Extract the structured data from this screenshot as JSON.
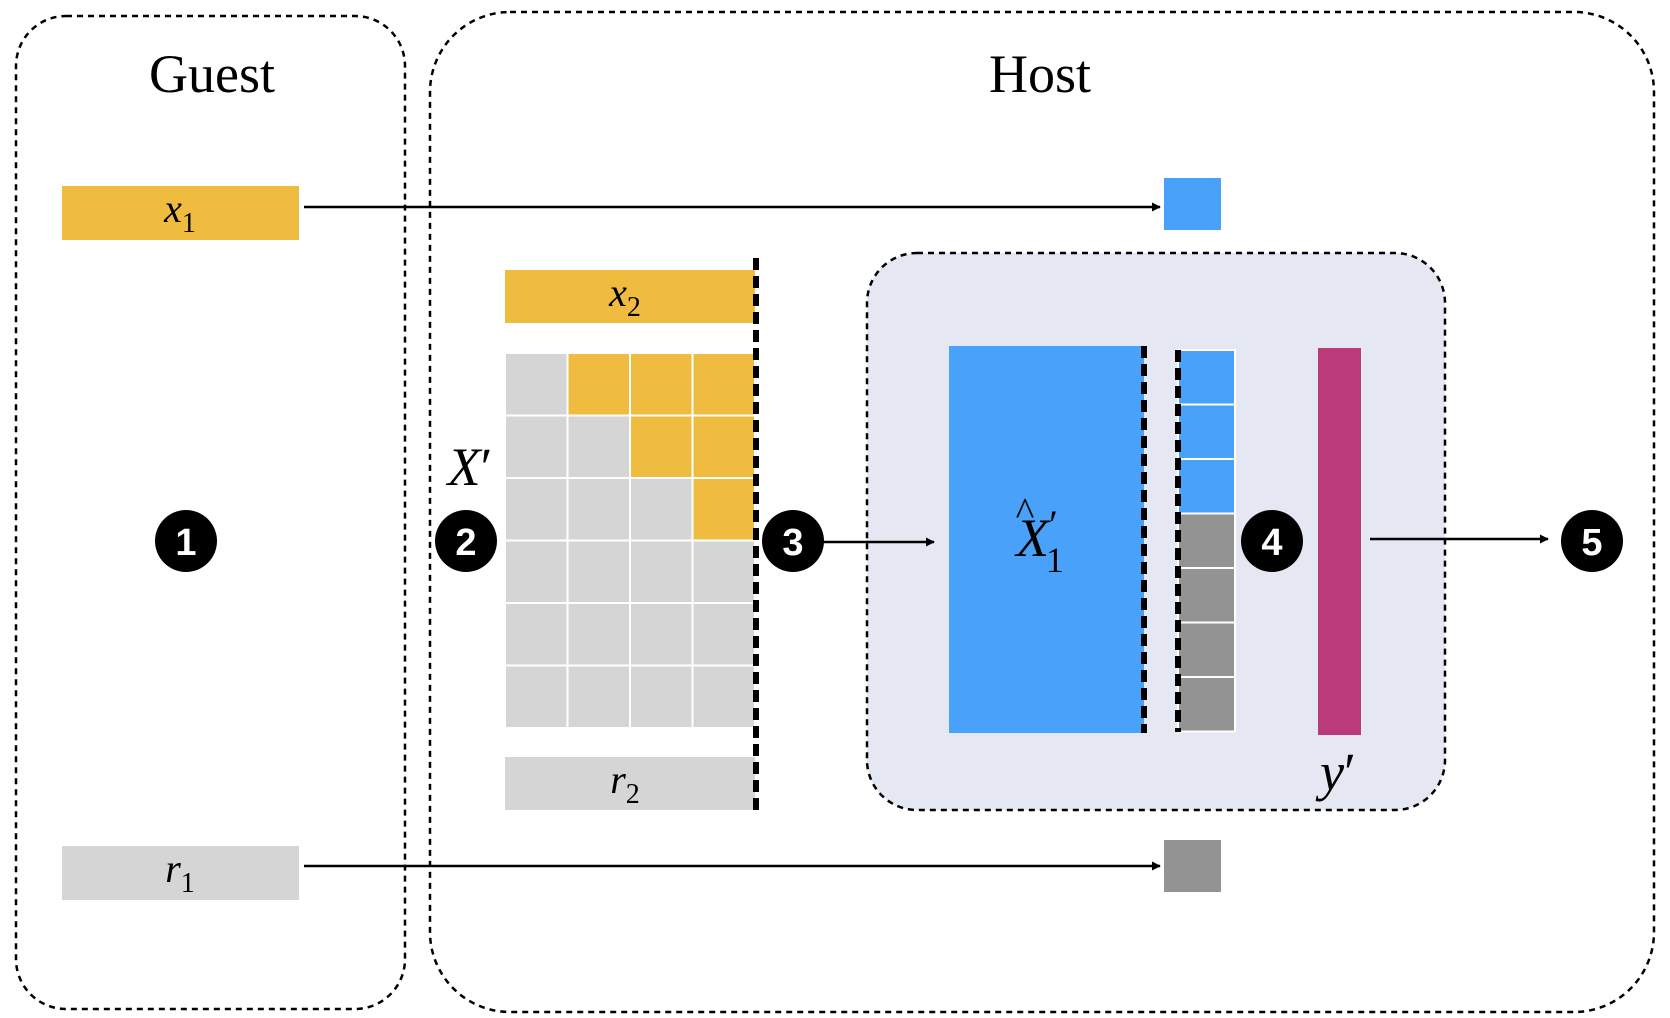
{
  "panels": {
    "guest": {
      "title": "Guest"
    },
    "host": {
      "title": "Host"
    }
  },
  "labels": {
    "x1": {
      "base": "x",
      "sub": "1"
    },
    "r1": {
      "base": "r",
      "sub": "1"
    },
    "x2": {
      "base": "x",
      "sub": "2"
    },
    "r2": {
      "base": "r",
      "sub": "2"
    },
    "x_prime": {
      "base": "X",
      "prime": "′"
    },
    "x1_hat_prime": {
      "base": "X",
      "hat": "^",
      "prime": "′",
      "sub": "1"
    },
    "y_prime": {
      "base": "y",
      "prime": "′"
    }
  },
  "steps": [
    "1",
    "2",
    "3",
    "4",
    "5"
  ],
  "matrix": {
    "rows": 6,
    "cols": 4,
    "filled": [
      [
        0,
        1
      ],
      [
        0,
        2
      ],
      [
        0,
        3
      ],
      [
        1,
        2
      ],
      [
        1,
        3
      ],
      [
        2,
        3
      ]
    ]
  },
  "column_stack": {
    "blue_cells": 3,
    "gray_cells": 4
  },
  "colors": {
    "orange": "#EFBC40",
    "light_gray": "#D5D5D5",
    "blue": "#4AA1FA",
    "dark_gray": "#939393",
    "magenta": "#BB3A79",
    "panel_fill": "#E5E7F2",
    "black": "#000000"
  }
}
